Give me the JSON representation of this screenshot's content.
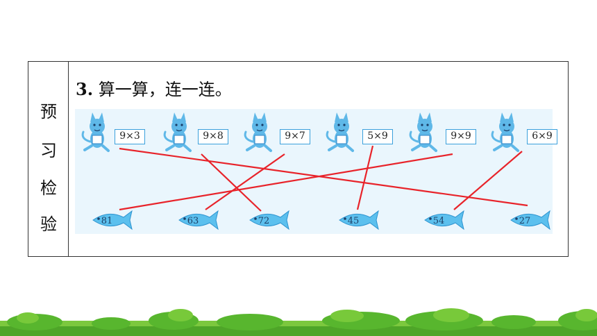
{
  "section": {
    "side_label": [
      "预",
      "习",
      "检",
      "验"
    ]
  },
  "question": {
    "number": "3",
    "separator": ".",
    "text": "算一算，连一连。"
  },
  "cats": [
    {
      "expr": "9×3"
    },
    {
      "expr": "9×8"
    },
    {
      "expr": "9×7"
    },
    {
      "expr": "5×9"
    },
    {
      "expr": "9×9"
    },
    {
      "expr": "6×9"
    }
  ],
  "fish": [
    {
      "value": "81"
    },
    {
      "value": "63"
    },
    {
      "value": "72"
    },
    {
      "value": "45"
    },
    {
      "value": "54"
    },
    {
      "value": "27"
    }
  ],
  "connections": [
    {
      "expr": "9×3",
      "answer": "27"
    },
    {
      "expr": "9×8",
      "answer": "72"
    },
    {
      "expr": "9×7",
      "answer": "63"
    },
    {
      "expr": "5×9",
      "answer": "45"
    },
    {
      "expr": "9×9",
      "answer": "81"
    },
    {
      "expr": "6×9",
      "answer": "54"
    }
  ],
  "colors": {
    "line": "#e8232a",
    "fish": "#5cc0ee",
    "cat": "#5fb8e8",
    "box_border": "#3aa0dc",
    "panel": "#eaf6fd",
    "grass": "#58b62e"
  }
}
